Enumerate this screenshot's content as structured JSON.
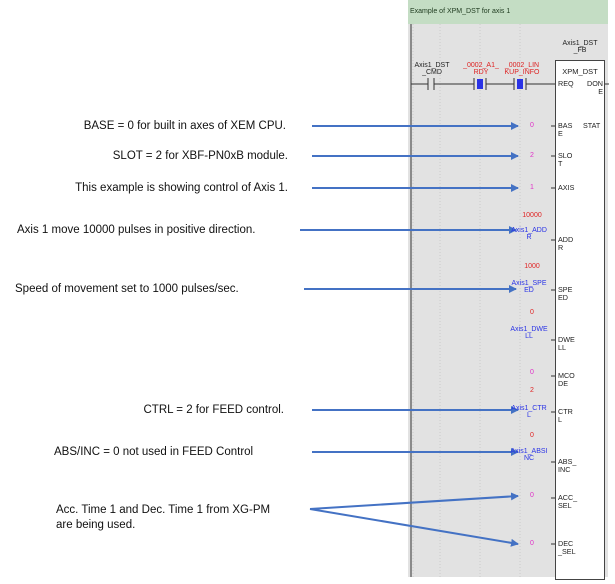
{
  "ladder": {
    "title": "Example of XPM_DST for  axis 1",
    "fb_instance": "Axis1_DST\n_FB",
    "fb_name": "XPM_DST",
    "contacts": [
      {
        "label": "Axis1_DST\n_CMD",
        "color": "black"
      },
      {
        "label": "_0002_A1_\nRDY",
        "color": "red"
      },
      {
        "label": "_0002_LIN\nKUP_INFO",
        "color": "red"
      }
    ],
    "inputs": [
      {
        "pin": "REQ",
        "value": "",
        "var": ""
      },
      {
        "pin": "BAS\nE",
        "value": "0",
        "var": ""
      },
      {
        "pin": "SLO\nT",
        "value": "2",
        "var": ""
      },
      {
        "pin": "AXIS",
        "value": "1",
        "var": ""
      },
      {
        "pin": "ADD\nR",
        "value": "10000",
        "var": "Axis1_ADD\nR"
      },
      {
        "pin": "SPE\nED",
        "value": "1000",
        "var": "Axis1_SPE\nED"
      },
      {
        "pin": "DWE\nLL",
        "value": "0",
        "var": "Axis1_DWE\nLL"
      },
      {
        "pin": "MCO\nDE",
        "value": "0",
        "var": ""
      },
      {
        "pin": "CTR\nL",
        "value": "2",
        "var": "Axis1_CTR\nL"
      },
      {
        "pin": "ABS_\nINC",
        "value": "0",
        "var": "Axis1_ABSI\nNC"
      },
      {
        "pin": "ACC_\nSEL",
        "value": "0",
        "var": ""
      },
      {
        "pin": "DEC\n_SEL",
        "value": "0",
        "var": ""
      }
    ],
    "outputs": [
      {
        "pin": "DON\nE"
      },
      {
        "pin": "STAT"
      }
    ]
  },
  "annotations": [
    "BASE = 0 for built in axes of XEM CPU.",
    "SLOT = 2 for XBF-PN0xB module.",
    "This example is showing control of Axis 1.",
    "Axis 1 move 10000 pulses in positive direction.",
    "Speed of movement set to 1000 pulses/sec.",
    "CTRL = 2 for FEED control.",
    "ABS/INC = 0 not used in FEED Control",
    "Acc. Time 1 and Dec. Time 1 from XG-PM\nare being used."
  ],
  "colors": {
    "arrow": "#4472c4",
    "ladder_bg": "#e2e2e2",
    "title_bg": "#c4ddc4",
    "variable_blue": "#2a33e6",
    "constant_pink": "#e030c8",
    "constant_red": "#e02424",
    "contact_red": "#dd2222"
  }
}
